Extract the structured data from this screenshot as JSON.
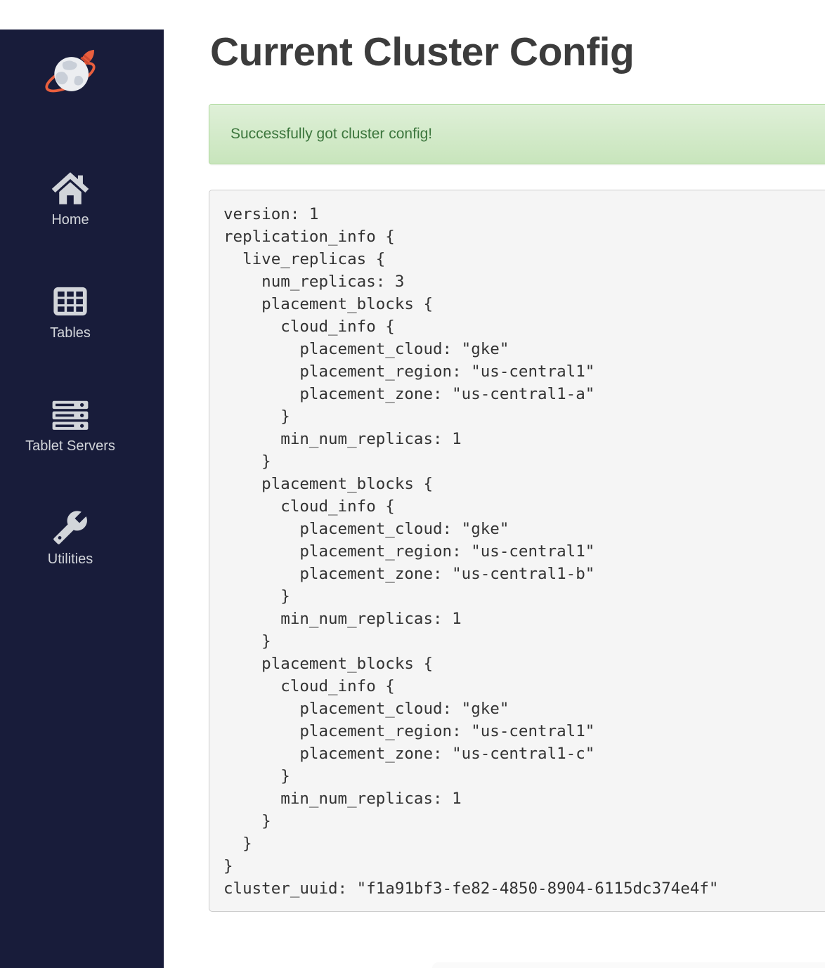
{
  "sidebar": {
    "logo_icon": "yugabyte-globe-rocket-logo",
    "colors": {
      "background": "#181c3a",
      "foreground": "#d2d5da",
      "logo_accent": "#e95f3e",
      "logo_globe": "#eceef1",
      "logo_continents": "#c9cfd8"
    },
    "items": [
      {
        "label": "Home",
        "icon": "home-icon"
      },
      {
        "label": "Tables",
        "icon": "table-grid-icon"
      },
      {
        "label": "Tablet Servers",
        "icon": "servers-stack-icon"
      },
      {
        "label": "Utilities",
        "icon": "wrench-icon"
      }
    ]
  },
  "main": {
    "title": "Current Cluster Config",
    "alert": {
      "type": "success",
      "message": "Successfully got cluster config!",
      "colors": {
        "background_top": "#dff0d8",
        "background_bottom": "#c8e5bc",
        "border": "#b2dba1",
        "text": "#3c763d"
      }
    },
    "config": {
      "colors": {
        "background": "#f5f5f5",
        "border": "#cccccc",
        "text": "#333333"
      },
      "lines": [
        "version: 1",
        "replication_info {",
        "  live_replicas {",
        "    num_replicas: 3",
        "    placement_blocks {",
        "      cloud_info {",
        "        placement_cloud: \"gke\"",
        "        placement_region: \"us-central1\"",
        "        placement_zone: \"us-central1-a\"",
        "      }",
        "      min_num_replicas: 1",
        "    }",
        "    placement_blocks {",
        "      cloud_info {",
        "        placement_cloud: \"gke\"",
        "        placement_region: \"us-central1\"",
        "        placement_zone: \"us-central1-b\"",
        "      }",
        "      min_num_replicas: 1",
        "    }",
        "    placement_blocks {",
        "      cloud_info {",
        "        placement_cloud: \"gke\"",
        "        placement_region: \"us-central1\"",
        "        placement_zone: \"us-central1-c\"",
        "      }",
        "      min_num_replicas: 1",
        "    }",
        "  }",
        "}",
        "cluster_uuid: \"f1a91bf3-fe82-4850-8904-6115dc374e4f\""
      ]
    }
  }
}
